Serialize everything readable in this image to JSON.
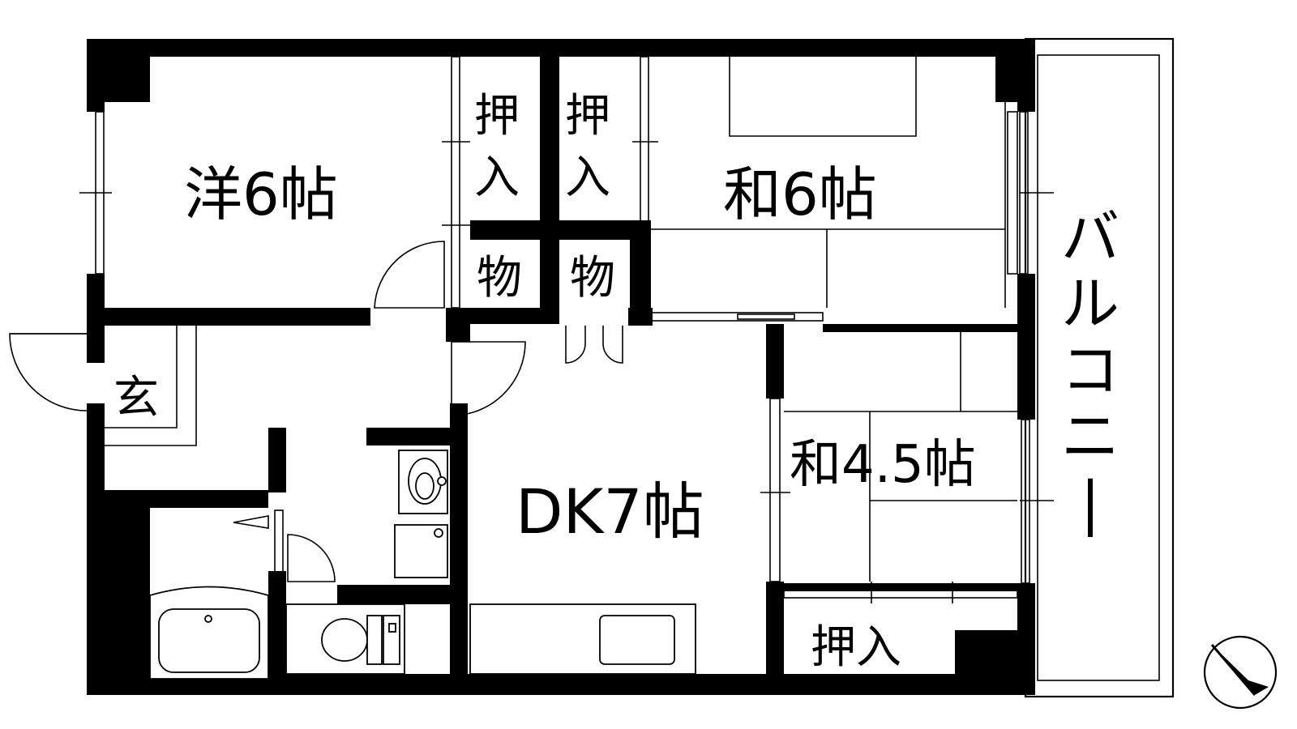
{
  "floor_plan": {
    "rooms": {
      "western_room": "洋6帖",
      "japanese_room_large": "和6帖",
      "japanese_room_small": "和4.5帖",
      "dining_kitchen": "DK7帖",
      "entrance": "玄",
      "balcony": "バルコニー"
    },
    "storage": {
      "closet_a": [
        "押",
        "入"
      ],
      "closet_b": [
        "押",
        "入"
      ],
      "storeroom_a": "物",
      "storeroom_b": "物",
      "closet_c": "押入"
    },
    "compass": {
      "direction": "north-up-left"
    },
    "colors": {
      "walls": "#000000",
      "background": "#ffffff"
    }
  }
}
